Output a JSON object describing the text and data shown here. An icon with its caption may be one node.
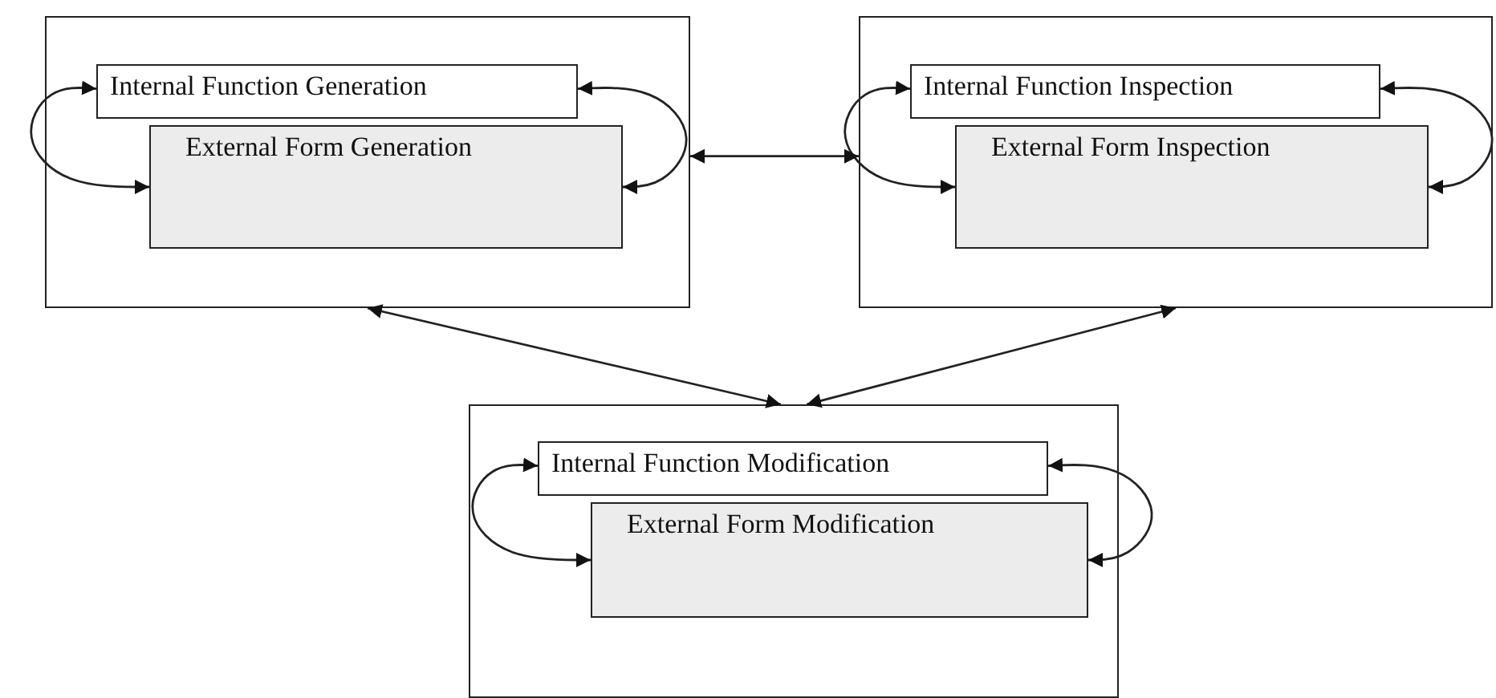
{
  "diagram": {
    "nodes": [
      {
        "text": [],
        "shape": "box"
      },
      {
        "text": [
          "Internal Function Generation"
        ],
        "in": 0
      },
      {
        "text": [
          "External Form Generation"
        ],
        "in": 0
      },
      {
        "text": [],
        "shape": "box"
      },
      {
        "text": [
          "Internal Function Inspection"
        ],
        "in": 3
      },
      {
        "text": [
          "External Form Inspection"
        ],
        "in": 3
      },
      {
        "text": [],
        "shape": "box"
      },
      {
        "text": [
          "Internal Function Modification"
        ],
        "in": 6
      },
      {
        "text": [
          "External Form Modification"
        ],
        "in": 6
      }
    ],
    "edges": [
      {
        "from": 1,
        "to": 2,
        "arrow": "both"
      },
      {
        "from": 1,
        "to": 2,
        "arrow": "both"
      },
      {
        "from": 4,
        "to": 5,
        "arrow": "both"
      },
      {
        "from": 4,
        "to": 5,
        "arrow": "both"
      },
      {
        "from": 7,
        "to": 8,
        "arrow": "both"
      },
      {
        "from": 7,
        "to": 8,
        "arrow": "both"
      },
      {
        "from": 0,
        "to": 3,
        "arrow": "both"
      },
      {
        "from": 0,
        "to": 6,
        "arrow": "both"
      },
      {
        "from": 3,
        "to": 6,
        "arrow": "both"
      }
    ]
  }
}
